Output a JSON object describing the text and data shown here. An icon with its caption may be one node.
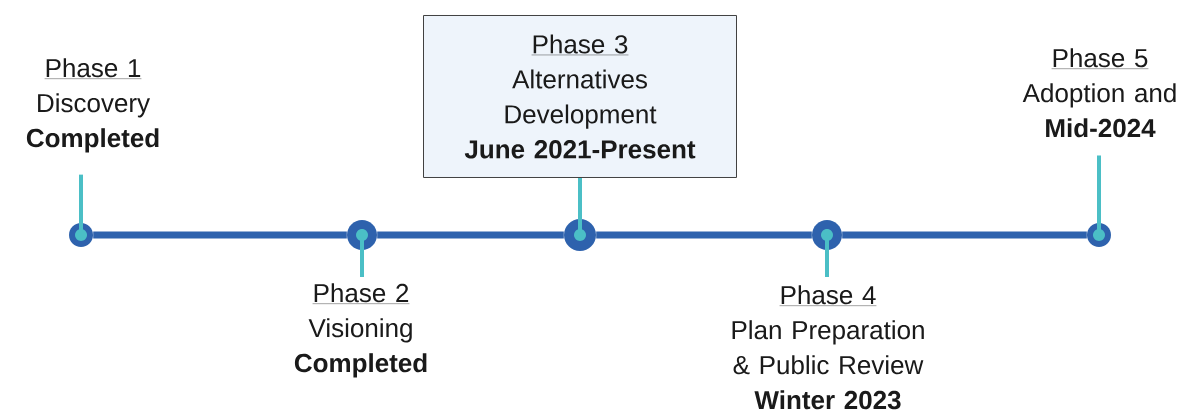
{
  "diagram": {
    "nodes": [
      {
        "text": [
          "Phase 1",
          "Discovery",
          "Completed"
        ]
      },
      {
        "text": [
          "Phase 2",
          "Visioning",
          "Completed"
        ]
      },
      {
        "text": [
          "Phase 3",
          "Alternatives Development",
          "June 2021-Present"
        ]
      },
      {
        "text": [
          "Phase 4",
          "Plan Preparation & Public Review",
          "Winter 2023"
        ]
      },
      {
        "text": [
          "Phase 5",
          "Adoption and",
          "Mid-2024"
        ]
      },
      {
        "text": [],
        "shape": "circle"
      },
      {
        "text": [],
        "shape": "circle"
      },
      {
        "text": [],
        "shape": "circle"
      },
      {
        "text": [],
        "shape": "circle"
      },
      {
        "text": [],
        "shape": "circle"
      }
    ],
    "edges": [
      {
        "from": 5,
        "to": 6,
        "arrow": "none",
        "color": "#2e62ad"
      },
      {
        "from": 6,
        "to": 7,
        "arrow": "none",
        "color": "#2e62ad"
      },
      {
        "from": 7,
        "to": 8,
        "arrow": "none",
        "color": "#2e62ad"
      },
      {
        "from": 8,
        "to": 9,
        "arrow": "none",
        "color": "#2e62ad"
      },
      {
        "from": 0,
        "to": 5,
        "arrow": "none"
      },
      {
        "from": 1,
        "to": 6,
        "arrow": "none"
      },
      {
        "from": 2,
        "to": 7,
        "arrow": "none"
      },
      {
        "from": 3,
        "to": 8,
        "arrow": "none"
      },
      {
        "from": 4,
        "to": 9,
        "arrow": "none"
      }
    ]
  }
}
